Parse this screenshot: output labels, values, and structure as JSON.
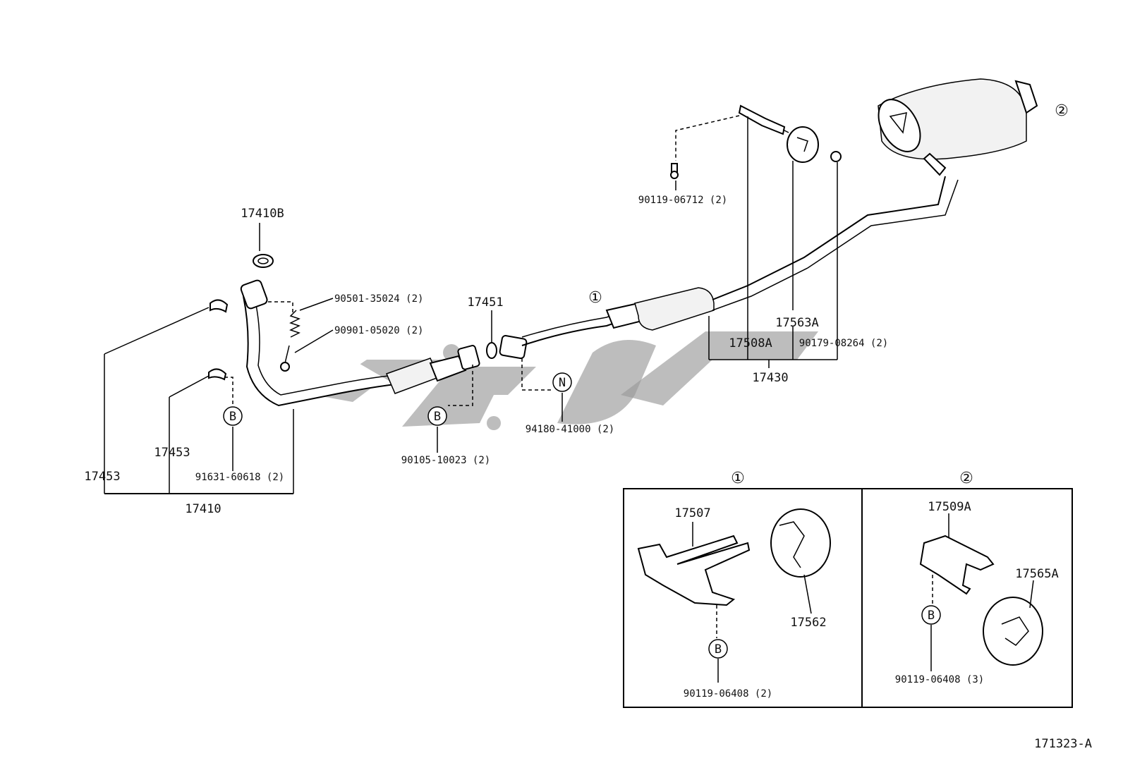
{
  "labels": {
    "p17410B": "17410B",
    "p90501": "90501-35024 (2)",
    "p90901": "90901-05020 (2)",
    "p17451": "17451",
    "p17453_a": "17453",
    "p17453_b": "17453",
    "p91631": "91631-60618 (2)",
    "p17410": "17410",
    "p90105": "90105-10023 (2)",
    "p94180": "94180-41000 (2)",
    "p90119_06712": "90119-06712 (2)",
    "p17563A": "17563A",
    "p17508A": "17508A",
    "p90179": "90179-08264 (2)",
    "p17430": "17430",
    "p17507": "17507",
    "p17562": "17562",
    "p90119_06408_a": "90119-06408 (2)",
    "p17509A": "17509A",
    "p17565A": "17565A",
    "p90119_06408_b": "90119-06408 (3)",
    "diagram_code": "171323-A"
  },
  "callouts": {
    "ref1": "①",
    "ref2": "②",
    "B": "B",
    "N": "N"
  }
}
